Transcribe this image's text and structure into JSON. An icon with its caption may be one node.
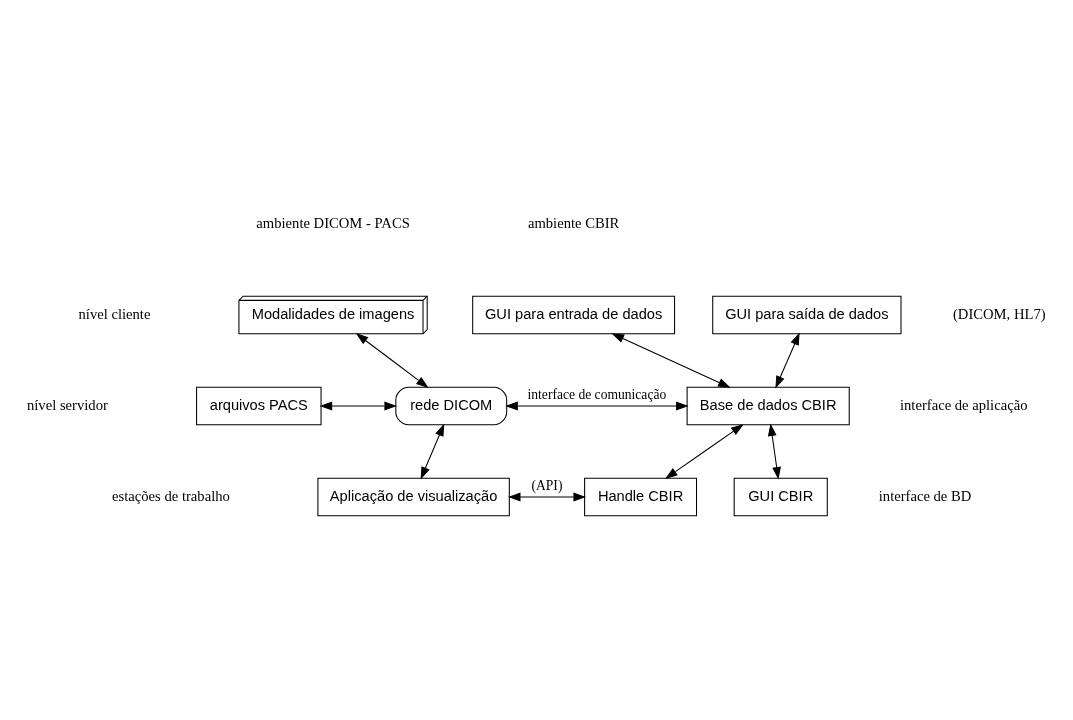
{
  "diagram": {
    "nodes": [
      {
        "text": [
          "Modalidades de imagens"
        ]
      },
      {
        "text": [
          "GUI para entrada de dados"
        ]
      },
      {
        "text": [
          "GUI para saída de dados"
        ]
      },
      {
        "text": [
          "arquivos PACS"
        ]
      },
      {
        "text": [
          "rede DICOM"
        ]
      },
      {
        "text": [
          "Base de dados CBIR"
        ]
      },
      {
        "text": [
          "Aplicação de visualização"
        ]
      },
      {
        "text": [
          "Handle CBIR"
        ]
      },
      {
        "text": [
          "GUI CBIR"
        ]
      }
    ],
    "edges": [
      {
        "from": 0,
        "to": 4,
        "arrow": "both"
      },
      {
        "from": 1,
        "to": 5,
        "arrow": "both"
      },
      {
        "from": 2,
        "to": 5,
        "arrow": "both"
      },
      {
        "from": 3,
        "to": 4,
        "arrow": "both"
      },
      {
        "from": 4,
        "to": 5,
        "arrow": "both",
        "label": "interface de comunicação"
      },
      {
        "from": 4,
        "to": 6,
        "arrow": "both"
      },
      {
        "from": 5,
        "to": 7,
        "arrow": "both"
      },
      {
        "from": 5,
        "to": 8,
        "arrow": "both"
      },
      {
        "from": 6,
        "to": 7,
        "arrow": "both",
        "label": "(API)"
      }
    ],
    "labels": [
      "ambiente DICOM - PACS",
      "ambiente CBIR",
      "nível cliente",
      "interface de aplicação",
      "nível servidor",
      "(DICOM, HL7)",
      "interface de BD",
      "estações de trabalho"
    ]
  }
}
